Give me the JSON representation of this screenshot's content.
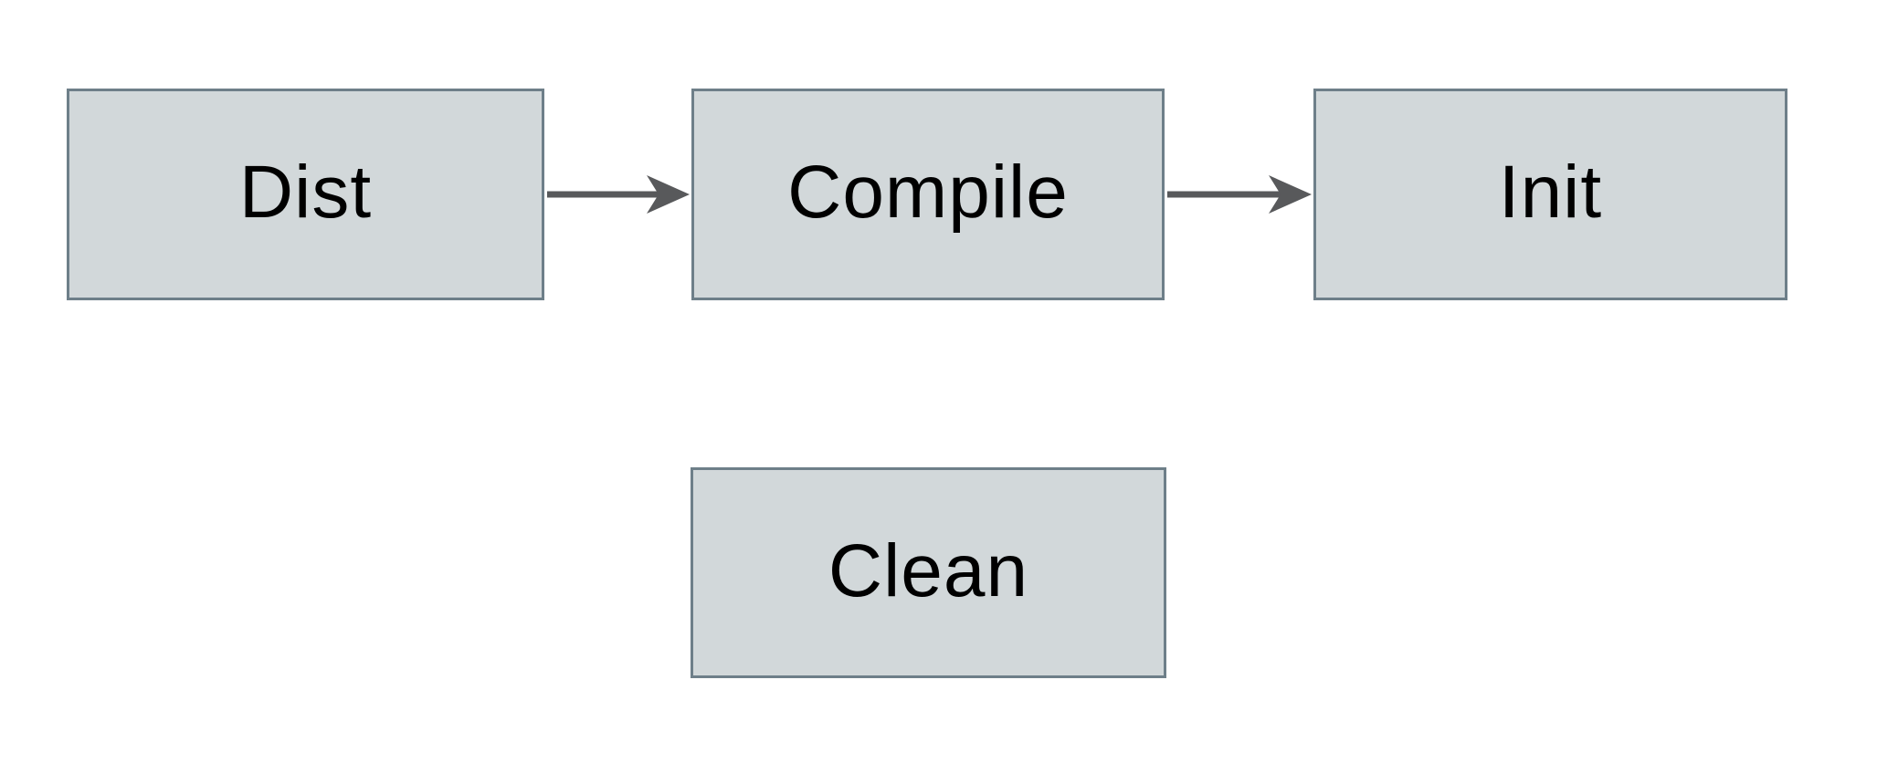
{
  "diagram": {
    "title": "build-targets-flowchart",
    "background_color": "#ffffff",
    "node_fill_color": "#d2d8da",
    "node_border_color": "#6e7f89",
    "arrow_color": "#58595b",
    "text_color": "#000000",
    "nodes": [
      {
        "id": "dist",
        "label": "Dist"
      },
      {
        "id": "compile",
        "label": "Compile"
      },
      {
        "id": "init",
        "label": "Init"
      },
      {
        "id": "clean",
        "label": "Clean"
      }
    ],
    "edges": [
      {
        "from": "Dist",
        "to": "Compile"
      },
      {
        "from": "Compile",
        "to": "Init"
      }
    ]
  }
}
